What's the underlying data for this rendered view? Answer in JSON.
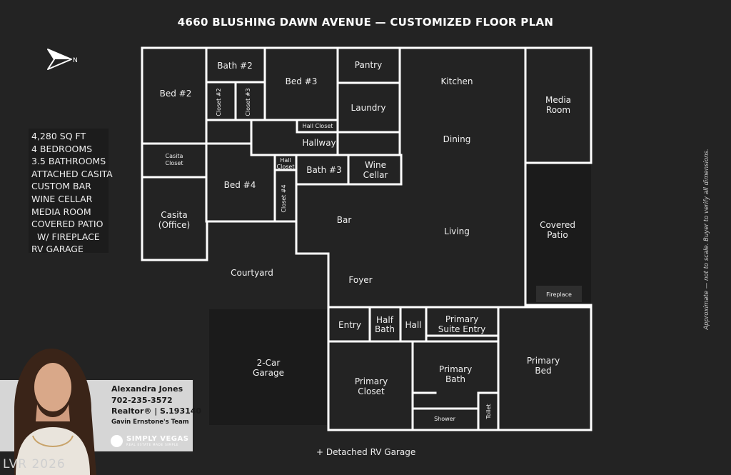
{
  "title": "4660 BLUSHING DAWN AVENUE — CUSTOMIZED FLOOR PLAN",
  "compass": {
    "label": "N"
  },
  "features": [
    "4,280 SQ FT",
    "4 BEDROOMS",
    "3.5 BATHROOMS",
    "ATTACHED CASITA",
    "CUSTOM BAR",
    "WINE CELLAR",
    "MEDIA ROOM",
    "COVERED PATIO",
    "  W/ FIREPLACE",
    "RV GARAGE"
  ],
  "rooms": {
    "bed2": "Bed #2",
    "bath2": "Bath #2",
    "closet2": "Closet #2",
    "closet3": "Closet #3",
    "bed3": "Bed #3",
    "pantry": "Pantry",
    "laundry": "Laundry",
    "kitchen": "Kitchen",
    "media_room_1": "Media",
    "media_room_2": "Room",
    "hall_closet": "Hall Closet",
    "hallway": "Hallway",
    "dining": "Dining",
    "casita_closet_1": "Casita",
    "casita_closet_2": "Closet",
    "hall_closet_small_1": "Hall",
    "hall_closet_small_2": "Closet",
    "bath3": "Bath #3",
    "wine_cellar_1": "Wine",
    "wine_cellar_2": "Cellar",
    "bed4": "Bed #4",
    "closet4": "Closet #4",
    "casita_1": "Casita",
    "casita_2": "(Office)",
    "bar": "Bar",
    "living": "Living",
    "covered_patio_1": "Covered",
    "covered_patio_2": "Patio",
    "courtyard": "Courtyard",
    "foyer": "Foyer",
    "fireplace": "Fireplace",
    "entry": "Entry",
    "half_bath_1": "Half",
    "half_bath_2": "Bath",
    "hall": "Hall",
    "primary_suite_entry_1": "Primary",
    "primary_suite_entry_2": "Suite Entry",
    "garage_1": "2-Car",
    "garage_2": "Garage",
    "primary_closet_1": "Primary",
    "primary_closet_2": "Closet",
    "primary_bath_1": "Primary",
    "primary_bath_2": "Bath",
    "primary_bed_1": "Primary",
    "primary_bed_2": "Bed",
    "shower": "Shower",
    "toilet": "Toilet"
  },
  "disclaimer": "Approximate — not to scale. Buyer to verify all dimensions.",
  "agent": {
    "name": "Alexandra Jones",
    "phone": "702-235-3572",
    "license": "Realtor® | S.193140",
    "team": "Gavin Ernstone's Team"
  },
  "brand": {
    "name": "SIMPLY VEGAS",
    "tagline": "REAL ESTATE MADE SIMPLE"
  },
  "footer_note": "+ Detached RV Garage",
  "watermark": "LVR 2026",
  "colors": {
    "background": "#232323",
    "wall": "#ffffff",
    "dark_area": "#1a1a1a",
    "agent_card": "#d6d6d6"
  }
}
